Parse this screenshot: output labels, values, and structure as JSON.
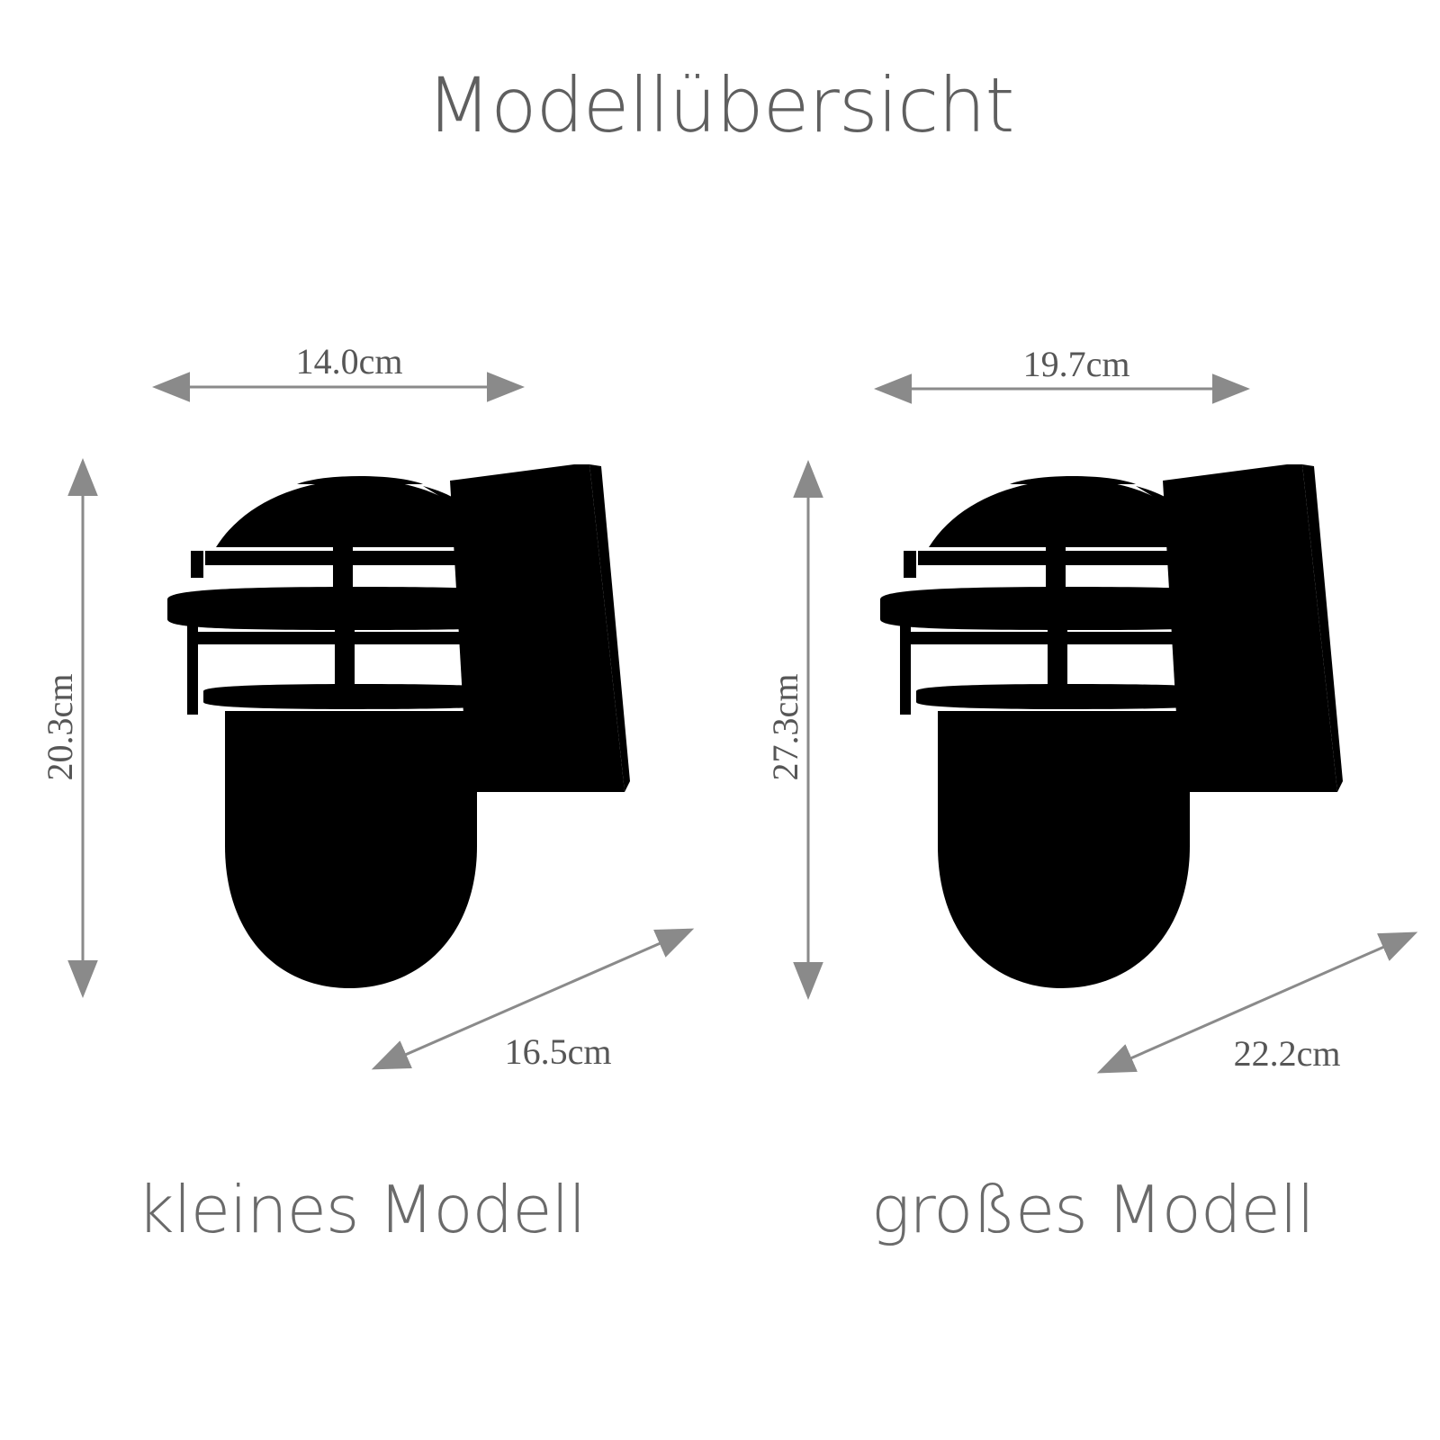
{
  "title": "Modellübersicht",
  "models": [
    {
      "name": "kleines Modell",
      "width": "14.0cm",
      "height": "20.3cm",
      "depth": "16.5cm"
    },
    {
      "name": "großes Modell",
      "width": "19.7cm",
      "height": "27.3cm",
      "depth": "22.2cm"
    }
  ],
  "colors": {
    "arrow": "#8a8a8a",
    "text": "#5f5f5f",
    "line": "#2a2a2a"
  }
}
